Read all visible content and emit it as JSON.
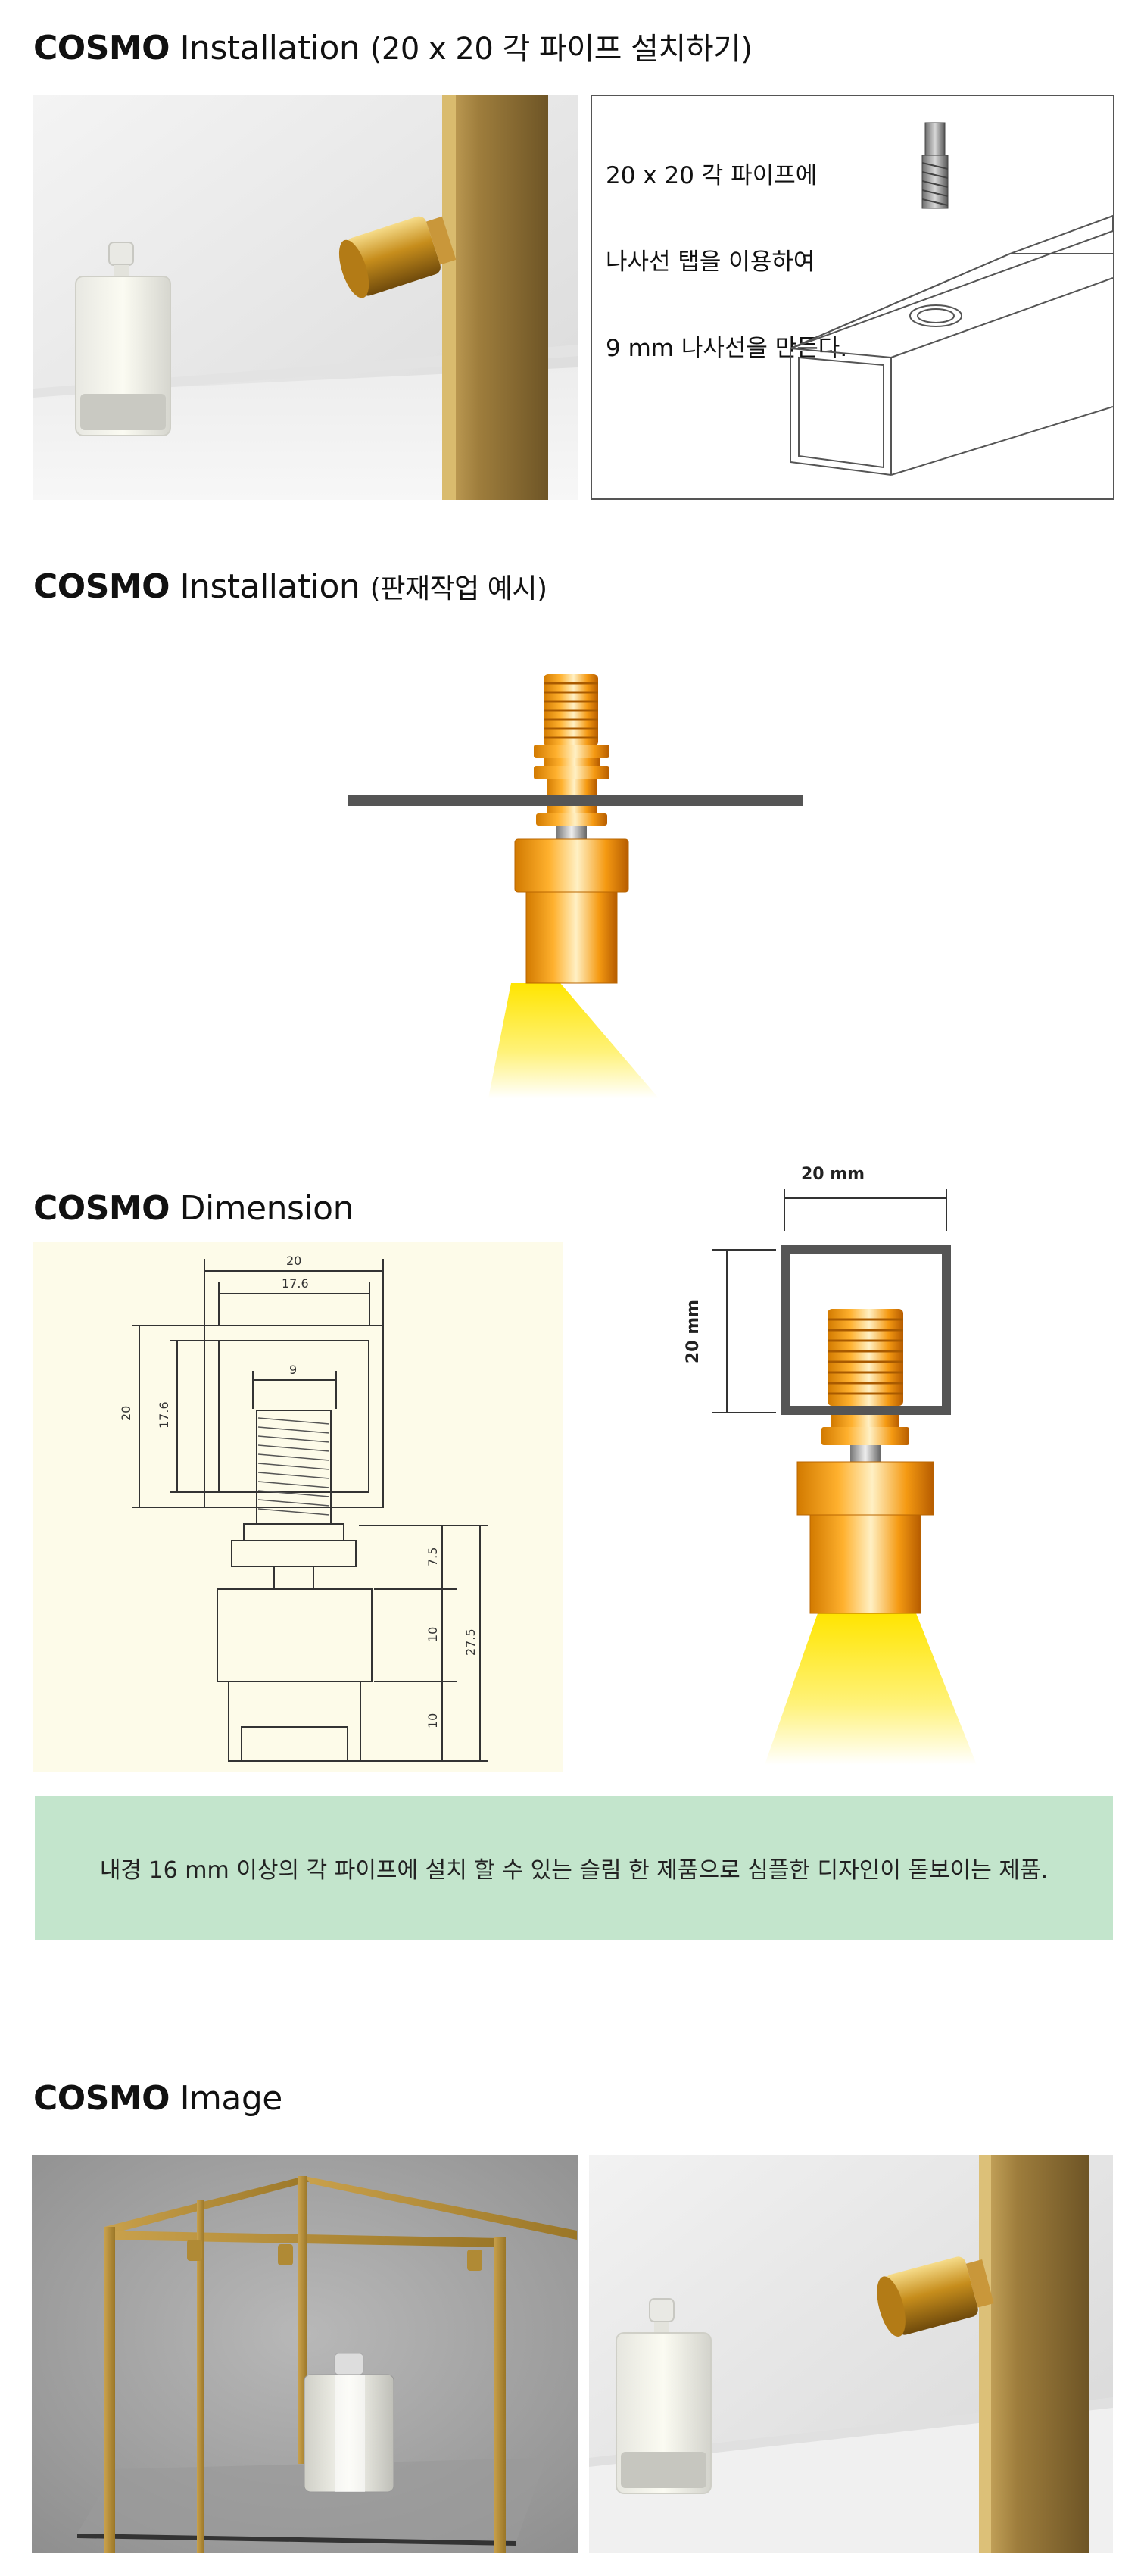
{
  "sections": {
    "install_tap": {
      "brand": "COSMO",
      "title": "Installation",
      "subtitle": "(20 x 20 각 파이프 설치하기)",
      "note_lines": [
        "20 x 20 각 파이프에",
        "나사선 탭을 이용하여",
        "9 mm 나사선을 만든다."
      ]
    },
    "install_panel": {
      "brand": "COSMO",
      "title": "Installation",
      "subtitle": "(판재작업 예시)"
    },
    "dimension": {
      "brand": "COSMO",
      "title": "Dimension",
      "drawing_labels": {
        "outer_width": "20",
        "inner_width": "17.6",
        "thread": "9",
        "outer_height": "20",
        "inner_height": "17.6",
        "seg_a": "7.5",
        "seg_b": "10",
        "seg_c": "10",
        "total": "27.5"
      },
      "pipe_width": "20 mm",
      "pipe_height": "20 mm"
    },
    "banner": {
      "text": "내경 16 mm 이상의 각 파이프에 설치 할 수 있는 슬림 한 제품으로 심플한 디자인이 돋보이는 제품."
    },
    "image": {
      "brand": "COSMO",
      "title": "Image"
    }
  },
  "colors": {
    "gold": "#d49a2a",
    "banner_bg": "#c3e5cc",
    "drawing_bg": "#fdfbe9",
    "light_yellow": "#ffe94a"
  }
}
